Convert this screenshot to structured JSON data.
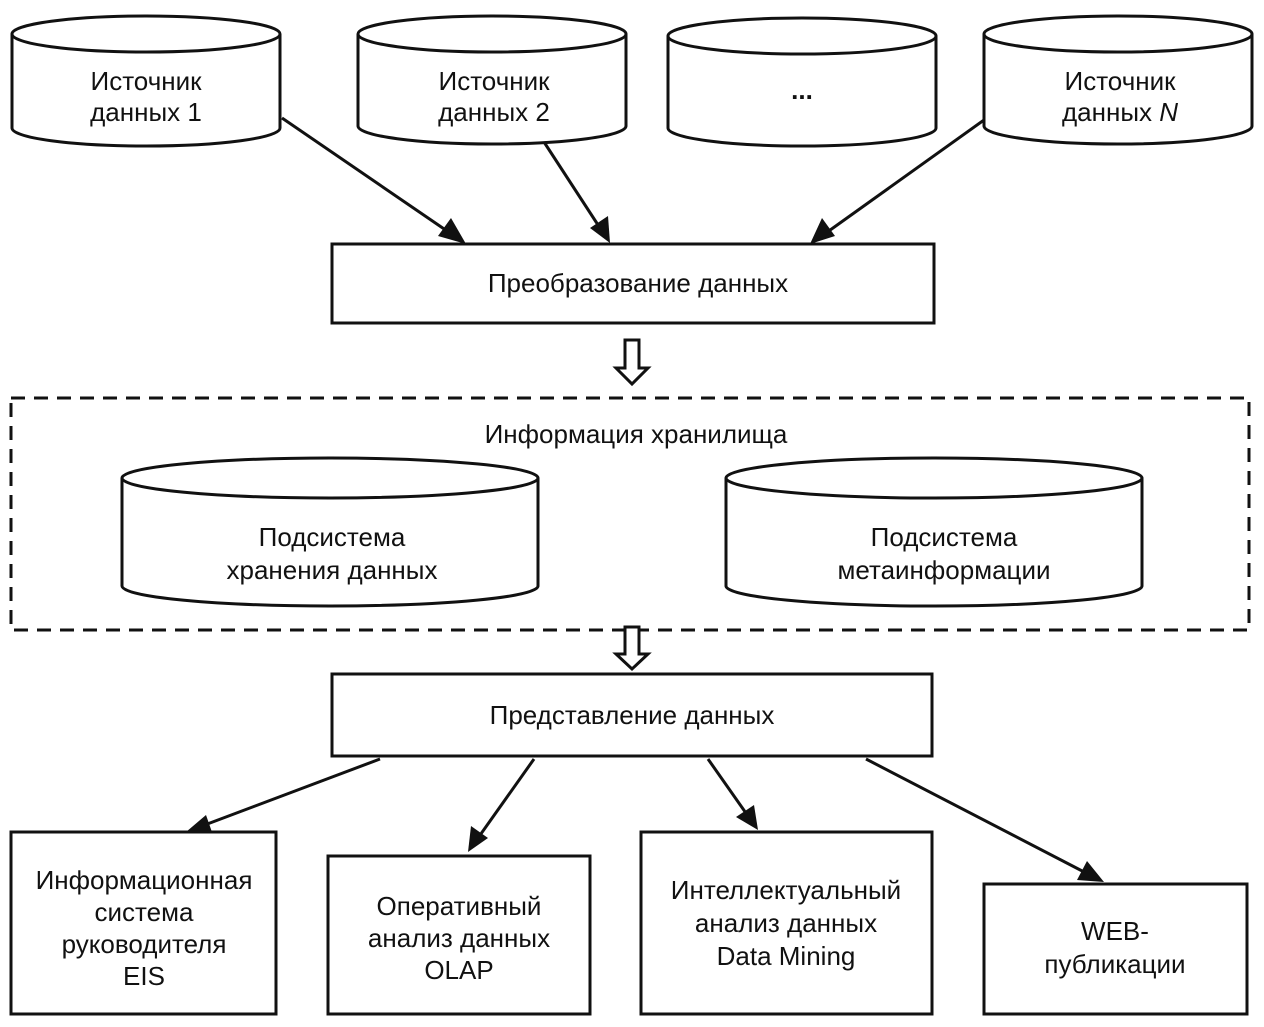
{
  "sources": [
    {
      "line1": "Источник",
      "line2": "данных 1"
    },
    {
      "line1": "Источник",
      "line2": "данных 2"
    },
    {
      "line1": "..."
    },
    {
      "line1": "Источник",
      "line2_prefix": "данных ",
      "line2_italic": "N"
    }
  ],
  "transform": {
    "label": "Преобразование данных"
  },
  "warehouse": {
    "title": "Информация хранилища",
    "storage": {
      "line1": "Подсистема",
      "line2": "хранения данных"
    },
    "meta": {
      "line1": "Подсистема",
      "line2": "метаинформации"
    }
  },
  "presentation": {
    "label": "Представление данных"
  },
  "outputs": [
    {
      "lines": [
        "Информационная",
        "система",
        "руководителя",
        "EIS"
      ]
    },
    {
      "lines": [
        "Оперативный",
        "анализ данных",
        "OLAP"
      ]
    },
    {
      "lines": [
        "Интеллектуальный",
        "анализ данных",
        "Data Mining"
      ]
    },
    {
      "lines": [
        "WEB-",
        "публикации"
      ]
    }
  ]
}
